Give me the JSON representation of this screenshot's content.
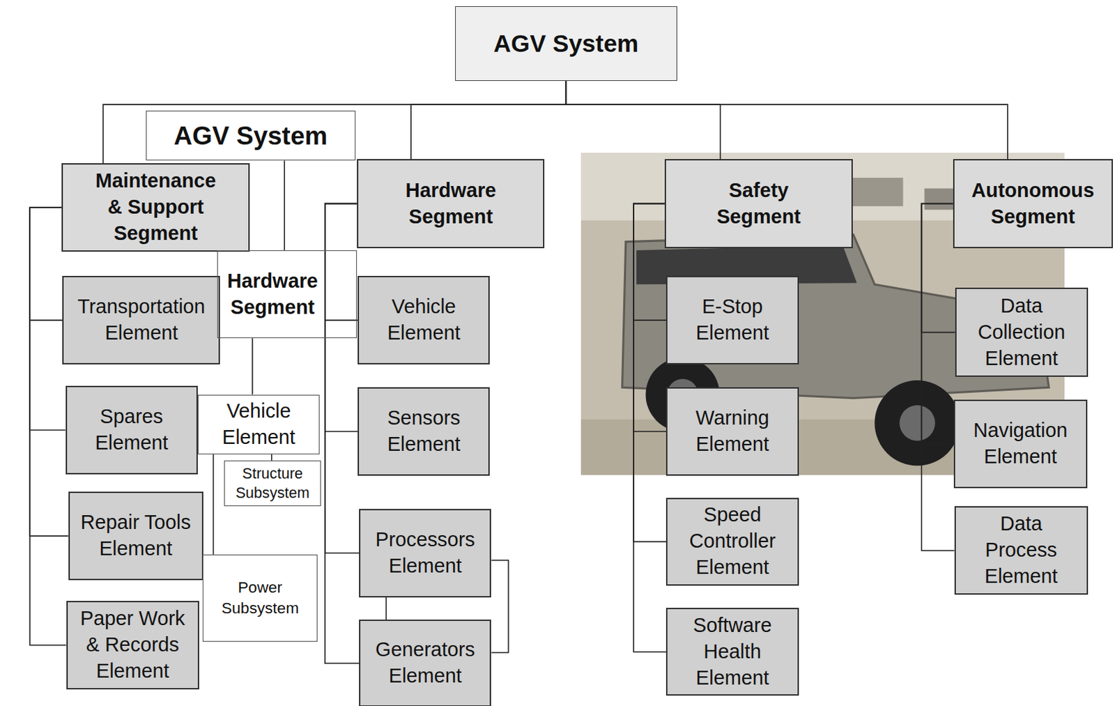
{
  "diagram": {
    "nodes": [
      {
        "text": [
          "AGV System"
        ]
      },
      {
        "text": [
          "Maintenance & Support Segment"
        ]
      },
      {
        "text": [
          "Hardware Segment"
        ]
      },
      {
        "text": [
          "Safety Segment"
        ]
      },
      {
        "text": [
          "Autonomous Segment"
        ]
      },
      {
        "text": [
          "Transportation Element"
        ]
      },
      {
        "text": [
          "Spares Element"
        ]
      },
      {
        "text": [
          "Repair Tools Element"
        ]
      },
      {
        "text": [
          "Paper Work & Records Element"
        ]
      },
      {
        "text": [
          "Vehicle Element"
        ]
      },
      {
        "text": [
          "Sensors Element"
        ]
      },
      {
        "text": [
          "Processors Element"
        ]
      },
      {
        "text": [
          "Generators Element"
        ]
      },
      {
        "text": [
          "E-Stop Element"
        ]
      },
      {
        "text": [
          "Warning Element"
        ]
      },
      {
        "text": [
          "Speed Controller Element"
        ]
      },
      {
        "text": [
          "Software Health Element"
        ]
      },
      {
        "text": [
          "Data Collection Element"
        ]
      },
      {
        "text": [
          "Navigation Element"
        ]
      },
      {
        "text": [
          "Data Process Element"
        ]
      },
      {
        "text": [
          "AGV System"
        ]
      },
      {
        "text": [
          "Hardware Segment"
        ]
      },
      {
        "text": [
          "Vehicle Element"
        ]
      },
      {
        "text": [
          "Structure Subsystem"
        ]
      },
      {
        "text": [
          "Power Subsystem"
        ]
      }
    ],
    "edges": [
      {
        "from": 0,
        "to": 1,
        "arrow": "none"
      },
      {
        "from": 0,
        "to": 2,
        "arrow": "none"
      },
      {
        "from": 0,
        "to": 3,
        "arrow": "none"
      },
      {
        "from": 0,
        "to": 4,
        "arrow": "none"
      },
      {
        "from": 1,
        "to": 5,
        "arrow": "none"
      },
      {
        "from": 1,
        "to": 6,
        "arrow": "none"
      },
      {
        "from": 1,
        "to": 7,
        "arrow": "none"
      },
      {
        "from": 1,
        "to": 8,
        "arrow": "none"
      },
      {
        "from": 2,
        "to": 9,
        "arrow": "none"
      },
      {
        "from": 2,
        "to": 10,
        "arrow": "none"
      },
      {
        "from": 2,
        "to": 11,
        "arrow": "none"
      },
      {
        "from": 2,
        "to": 12,
        "arrow": "none"
      },
      {
        "from": 3,
        "to": 13,
        "arrow": "none"
      },
      {
        "from": 3,
        "to": 14,
        "arrow": "none"
      },
      {
        "from": 3,
        "to": 15,
        "arrow": "none"
      },
      {
        "from": 3,
        "to": 16,
        "arrow": "none"
      },
      {
        "from": 4,
        "to": 17,
        "arrow": "none"
      },
      {
        "from": 4,
        "to": 18,
        "arrow": "none"
      },
      {
        "from": 4,
        "to": 19,
        "arrow": "none"
      },
      {
        "from": 20,
        "to": 21,
        "arrow": "none"
      },
      {
        "from": 21,
        "to": 22,
        "arrow": "none"
      },
      {
        "from": 22,
        "to": 23,
        "arrow": "none"
      },
      {
        "from": 22,
        "to": 24,
        "arrow": "none"
      }
    ]
  }
}
